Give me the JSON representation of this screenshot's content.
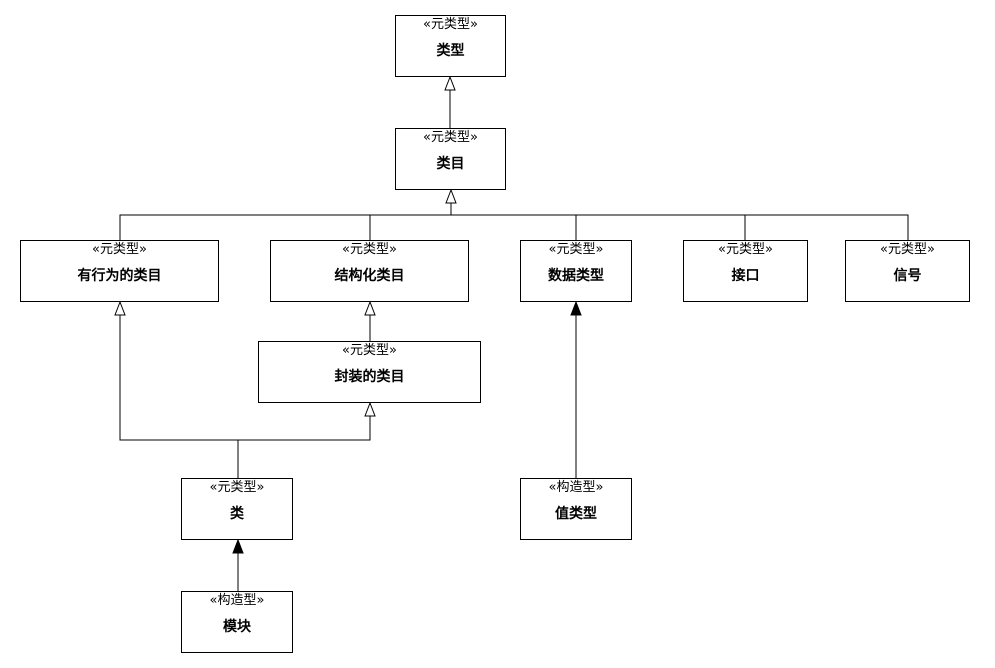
{
  "colors": {
    "line": "#000000",
    "box_border": "#000000",
    "box_fill": "#ffffff",
    "text": "#000000"
  },
  "nodes": {
    "type": {
      "stereotype": "«元类型»",
      "name": "类型"
    },
    "classifier": {
      "stereotype": "«元类型»",
      "name": "类目"
    },
    "behaviored_classifier": {
      "stereotype": "«元类型»",
      "name": "有行为的类目"
    },
    "structured_classifier": {
      "stereotype": "«元类型»",
      "name": "结构化类目"
    },
    "datatype": {
      "stereotype": "«元类型»",
      "name": "数据类型"
    },
    "interface": {
      "stereotype": "«元类型»",
      "name": "接口"
    },
    "signal": {
      "stereotype": "«元类型»",
      "name": "信号"
    },
    "encapsulated_classifier": {
      "stereotype": "«元类型»",
      "name": "封装的类目"
    },
    "class": {
      "stereotype": "«元类型»",
      "name": "类"
    },
    "value_type": {
      "stereotype": "«构造型»",
      "name": "值类型"
    },
    "module": {
      "stereotype": "«构造型»",
      "name": "模块"
    }
  },
  "relations": [
    {
      "from": "classifier",
      "to": "type",
      "kind": "generalization"
    },
    {
      "from": "behaviored_classifier",
      "to": "classifier",
      "kind": "generalization"
    },
    {
      "from": "structured_classifier",
      "to": "classifier",
      "kind": "generalization"
    },
    {
      "from": "datatype",
      "to": "classifier",
      "kind": "generalization"
    },
    {
      "from": "interface",
      "to": "classifier",
      "kind": "generalization"
    },
    {
      "from": "signal",
      "to": "classifier",
      "kind": "generalization"
    },
    {
      "from": "encapsulated_classifier",
      "to": "structured_classifier",
      "kind": "generalization"
    },
    {
      "from": "class",
      "to": "behaviored_classifier",
      "kind": "generalization"
    },
    {
      "from": "class",
      "to": "encapsulated_classifier",
      "kind": "generalization"
    },
    {
      "from": "value_type",
      "to": "datatype",
      "kind": "extension"
    },
    {
      "from": "module",
      "to": "class",
      "kind": "extension"
    }
  ]
}
